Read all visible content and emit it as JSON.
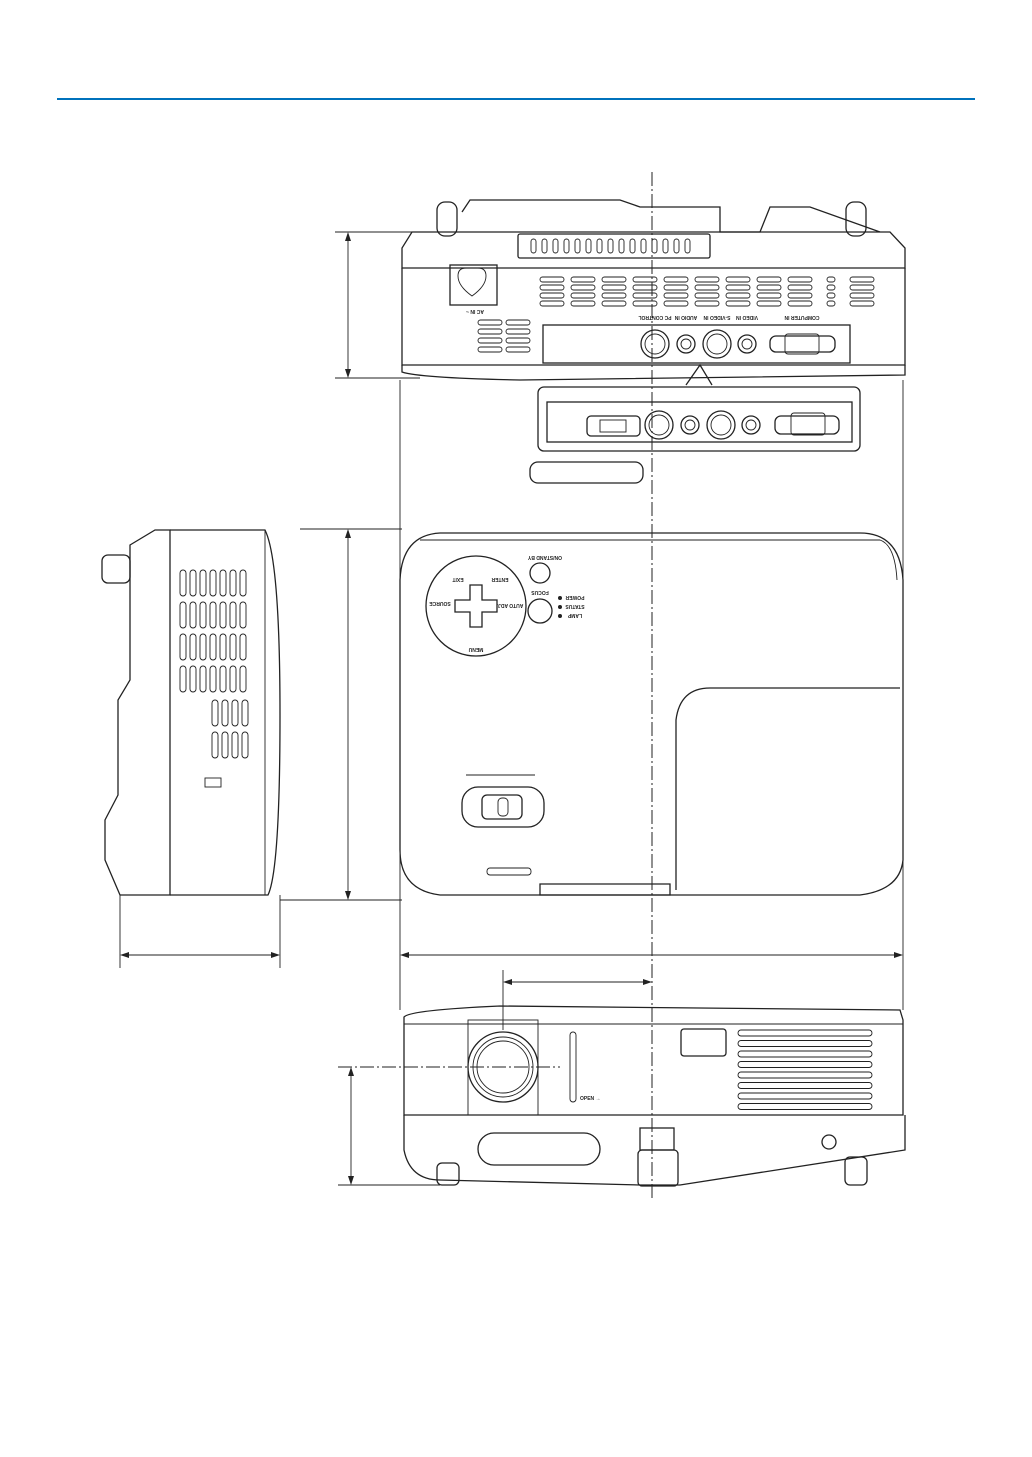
{
  "colors": {
    "rule": "#0072bc",
    "lines": "#222222"
  },
  "rear_panel": {
    "ac_in": "AC IN ~",
    "ports": [
      "PC CONTROL",
      "AUDIO IN",
      "S-VIDEO IN",
      "VIDEO IN",
      "COMPUTER IN"
    ]
  },
  "top_panel": {
    "on_standby": "ON/STAND BY",
    "focus": "FOCUS",
    "indicators": [
      "POWER",
      "STATUS",
      "LAMP"
    ],
    "buttons": [
      "EXIT",
      "ENTER",
      "MENU",
      "SOURCE",
      "AUTO ADJ."
    ]
  },
  "front_panel": {
    "lens_cover": "OPEN →"
  }
}
